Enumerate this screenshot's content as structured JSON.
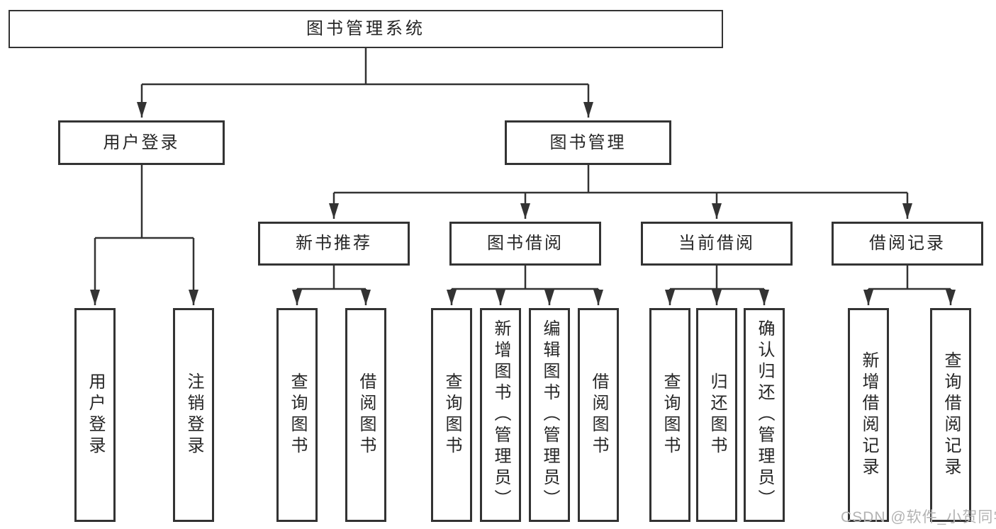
{
  "diagram": {
    "title": "图书管理系统",
    "type": "hierarchy-tree",
    "hierarchy": {
      "root": "图书管理系统",
      "children": {
        "用户登录": [
          "用户登录",
          "注销登录"
        ],
        "图书管理": {
          "新书推荐": [
            "查询图书",
            "借阅图书"
          ],
          "图书借阅": [
            "查询图书",
            "新增图书（管理员）",
            "编辑图书（管理员）",
            "借阅图书"
          ],
          "当前借阅": [
            "查询图书",
            "归还图书",
            "确认归还（管理员）"
          ],
          "借阅记录": [
            "新增借阅记录",
            "查询借阅记录"
          ]
        }
      }
    }
  },
  "nodes": {
    "root": {
      "label": "图书管理系统"
    },
    "user_login": {
      "label": "用户登录"
    },
    "book_management": {
      "label": "图书管理"
    },
    "new_book_recommend": {
      "label": "新书推荐"
    },
    "book_borrow": {
      "label": "图书借阅"
    },
    "current_borrow": {
      "label": "当前借阅"
    },
    "borrow_records": {
      "label": "借阅记录"
    },
    "leaf_user_login": {
      "label": "用户登录"
    },
    "leaf_logout": {
      "label": "注销登录"
    },
    "leaf_recommend_query_book": {
      "label": "查询图书"
    },
    "leaf_recommend_borrow_book": {
      "label": "借阅图书"
    },
    "leaf_borrow_query_book": {
      "label": "查询图书"
    },
    "leaf_borrow_add_book": {
      "label": "新增图书（管理员）"
    },
    "leaf_borrow_edit_book": {
      "label": "编辑图书（管理员）"
    },
    "leaf_borrow_borrow_book": {
      "label": "借阅图书"
    },
    "leaf_current_query_book": {
      "label": "查询图书"
    },
    "leaf_current_return_book": {
      "label": "归还图书"
    },
    "leaf_current_confirm_return": {
      "label": "确认归还（管理员）"
    },
    "leaf_records_add_record": {
      "label": "新增借阅记录"
    },
    "leaf_records_query_record": {
      "label": "查询借阅记录"
    }
  },
  "watermark": {
    "text": "CSDN @软件_小贺同学"
  },
  "colors": {
    "background": "#ffffff",
    "line": "#333333",
    "box_border": "#333333",
    "text": "#262626",
    "watermark": "#b3b3b3"
  }
}
